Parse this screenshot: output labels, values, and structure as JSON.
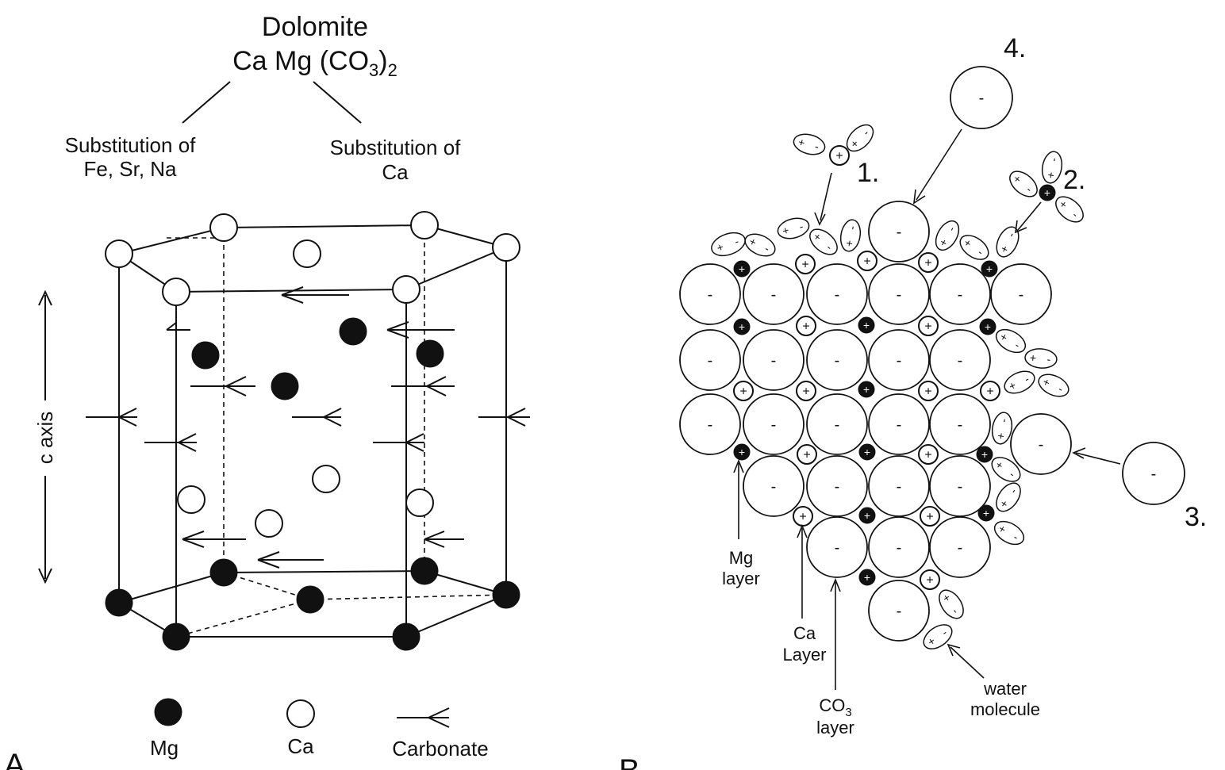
{
  "panel_a": {
    "title": "Dolomite",
    "formula_main": "Ca Mg (CO",
    "formula_sub": "3",
    "formula_close": ")",
    "formula_sub2": "2",
    "substitution_left_1": "Substitution of",
    "substitution_left_2": "Fe, Sr, Na",
    "substitution_right_1": "Substitution of",
    "substitution_right_2": "Ca",
    "axis_label": "c axis",
    "legend": {
      "mg": "Mg",
      "ca": "Ca",
      "carbonate": "Carbonate"
    },
    "panel_letter": "A"
  },
  "panel_b": {
    "panel_letter": "B",
    "markers": [
      "1.",
      "2.",
      "3.",
      "4."
    ],
    "minus_sign": "-",
    "plus_sign": "+",
    "labels": {
      "mg_layer_1": "Mg",
      "mg_layer_2": "layer",
      "ca_layer_1": "Ca",
      "ca_layer_2": "Layer",
      "co3_layer_main": "CO",
      "co3_layer_sub": "3",
      "co3_layer_2": "layer",
      "water_1": "water",
      "water_2": "molecule"
    }
  },
  "colors": {
    "ink": "#111111",
    "background": "#ffffff"
  }
}
